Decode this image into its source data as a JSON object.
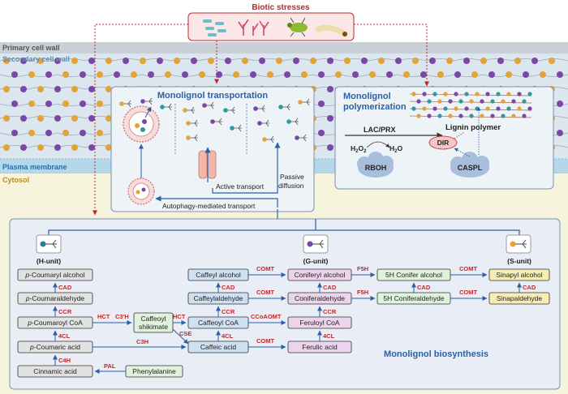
{
  "colors": {
    "primary_wall": "#c9cfd6",
    "secondary_wall": "#dce6ef",
    "membrane": "#b5d7ea",
    "cytosol": "#f6f4dc",
    "red": "#c0282a",
    "blue": "#2b5fa6",
    "orange_dot": "#e2a33a",
    "purple_dot": "#7a47a6"
  },
  "zones": {
    "stress": "Biotic stresses",
    "primary_wall": "Primary cell wall",
    "secondary_wall": "Secondary cell wall",
    "membrane": "Plasma membrane",
    "cytosol": "Cytosol"
  },
  "transport": {
    "title": "Monolignol transportation",
    "active": "Active transport",
    "passive_1": "Passive",
    "passive_2": "diffusion",
    "autophagy": "Autophagy-mediated transport"
  },
  "polymerization": {
    "title_1": "Monolignol",
    "title_2": "polymerization",
    "lac": "LAC/PRX",
    "lignin": "Lignin polymer",
    "h2o2_main": "H",
    "h2o2_sub1": "2",
    "h2o2_o": "O",
    "h2o2_sub2": "2",
    "h2o_main": "H",
    "h2o_sub": "2",
    "h2o_o": "O",
    "dir": "DIR",
    "rboh": "RBOH",
    "caspl": "CASPL"
  },
  "biosynthesis": {
    "title": "Monolignol biosynthesis",
    "units": {
      "h": "(H-unit)",
      "g": "(G-unit)",
      "s": "(S-unit)"
    },
    "h_col": {
      "alcohol_p": "p",
      "alcohol": "-Coumaryl alcohol",
      "aldehyde_p": "p",
      "aldehyde": "-Coumaraldehyde",
      "coa_p": "p",
      "coa": "-Coumaroyl CoA",
      "acid_p": "p",
      "acid": "-Coumaric acid"
    },
    "cinnamic": "Cinnamic acid",
    "phenylalanine": "Phenylalanine",
    "caffeoyl_shikimate_1": "Caffeoyl",
    "caffeoyl_shikimate_2": "shikimate",
    "caffeyl_alcohol": "Caffeyl alcohol",
    "caffeyl_aldehyde": "Caffeylaldehyde",
    "caffeoyl_coa": "Caffeoyl CoA",
    "caffeic_acid": "Caffeic acid",
    "coniferyl_alcohol": "Coniferyl alcohol",
    "coniferaldehyde": "Coniferaldehyde",
    "feruloyl_coa": "Feruloyl CoA",
    "ferulic_acid": "Ferulic acid",
    "h5_alcohol": "5H Conifer alcohol",
    "h5_aldehyde": "5H Coniferaldehyde",
    "sinapyl_alcohol": "Sinapyl alcohol",
    "sinapaldehyde": "Sinapaldehyde",
    "enzymes": {
      "cad": "CAD",
      "ccr": "CCR",
      "fourcl": "4CL",
      "c4h": "C4H",
      "pal": "PAL",
      "hct": "HCT",
      "c3h_prime": "C3'H",
      "cse": "CSE",
      "c3h": "C3H",
      "comt": "COMT",
      "ccoaomt": "CCoAOMT",
      "f5h": "F5H"
    }
  }
}
